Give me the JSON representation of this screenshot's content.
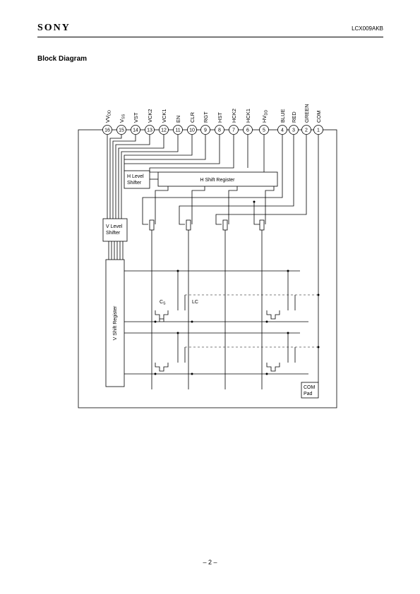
{
  "header": {
    "logo": "SONY",
    "doc_id": "LCX009AKB"
  },
  "section_title": "Block Diagram",
  "pins": [
    {
      "num": "16",
      "label": "VVDD",
      "base": "VV",
      "sub": "DD"
    },
    {
      "num": "15",
      "label": "VSS",
      "base": "V",
      "sub": "SS"
    },
    {
      "num": "14",
      "label": "VST"
    },
    {
      "num": "13",
      "label": "VCK2"
    },
    {
      "num": "12",
      "label": "VCK1"
    },
    {
      "num": "11",
      "label": "EN"
    },
    {
      "num": "10",
      "label": "CLR"
    },
    {
      "num": "9",
      "label": "RGT"
    },
    {
      "num": "8",
      "label": "HST"
    },
    {
      "num": "7",
      "label": "HCK2"
    },
    {
      "num": "6",
      "label": "HCK1"
    },
    {
      "num": "5",
      "label": "HVDD",
      "base": "HV",
      "sub": "DD"
    },
    {
      "num": "4",
      "label": "BLUE"
    },
    {
      "num": "3",
      "label": "RED"
    },
    {
      "num": "2",
      "label": "GREEN"
    },
    {
      "num": "1",
      "label": "COM"
    }
  ],
  "blocks": {
    "h_level_shifter": [
      "H Level",
      "Shifter"
    ],
    "h_shift_register": "H Shift Register",
    "v_level_shifter": [
      "V Level",
      "Shifter"
    ],
    "v_shift_register": "V Shift Register",
    "com_pad": [
      "COM",
      "Pad"
    ]
  },
  "labels": {
    "cs_base": "C",
    "cs_sub": "S",
    "lc": "LC"
  },
  "page_number": "– 2 –"
}
